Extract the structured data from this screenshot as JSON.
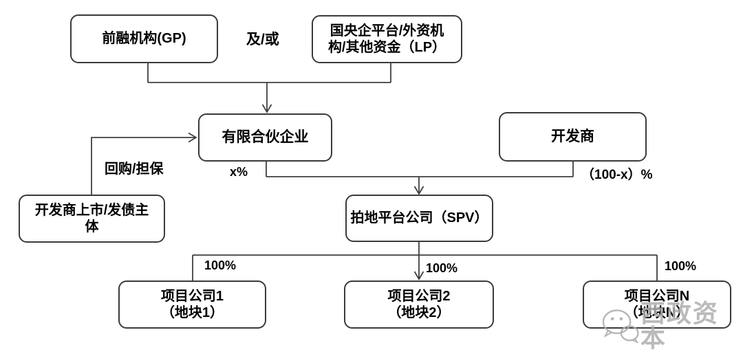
{
  "diagram": {
    "background": "#ffffff",
    "line_color": "#3f3f3f",
    "text_color": "#000000",
    "nodes": {
      "gp": {
        "line1": "前融机构(GP)",
        "line2": ""
      },
      "lp": {
        "line1": "国央企平台/外资机",
        "line2": "构/其他资金（LP）"
      },
      "partnership": {
        "line1": "有限合伙企业",
        "line2": ""
      },
      "developer": {
        "line1": "开发商",
        "line2": ""
      },
      "issuer": {
        "line1": "开发商上市/发债主",
        "line2": "体"
      },
      "spv": {
        "line1": "拍地平台公司（SPV）",
        "line2": ""
      },
      "project1": {
        "line1": "项目公司1",
        "line2": "（地块1）"
      },
      "project2": {
        "line1": "项目公司2",
        "line2": "（地块2）"
      },
      "projectN": {
        "line1": "项目公司N",
        "line2": "（地块N）"
      }
    },
    "edge_labels": {
      "and_or": "及/或",
      "repurchase_guarantee": "回购/担保",
      "x_percent": "x%",
      "remainder_percent": "（100-x）%",
      "pct_project1": "100%",
      "pct_project2": "100%",
      "pct_projectN": "100%"
    },
    "watermark": {
      "icon": "wechat-icon",
      "text": "西政资本",
      "color": "#aeaeae"
    }
  }
}
